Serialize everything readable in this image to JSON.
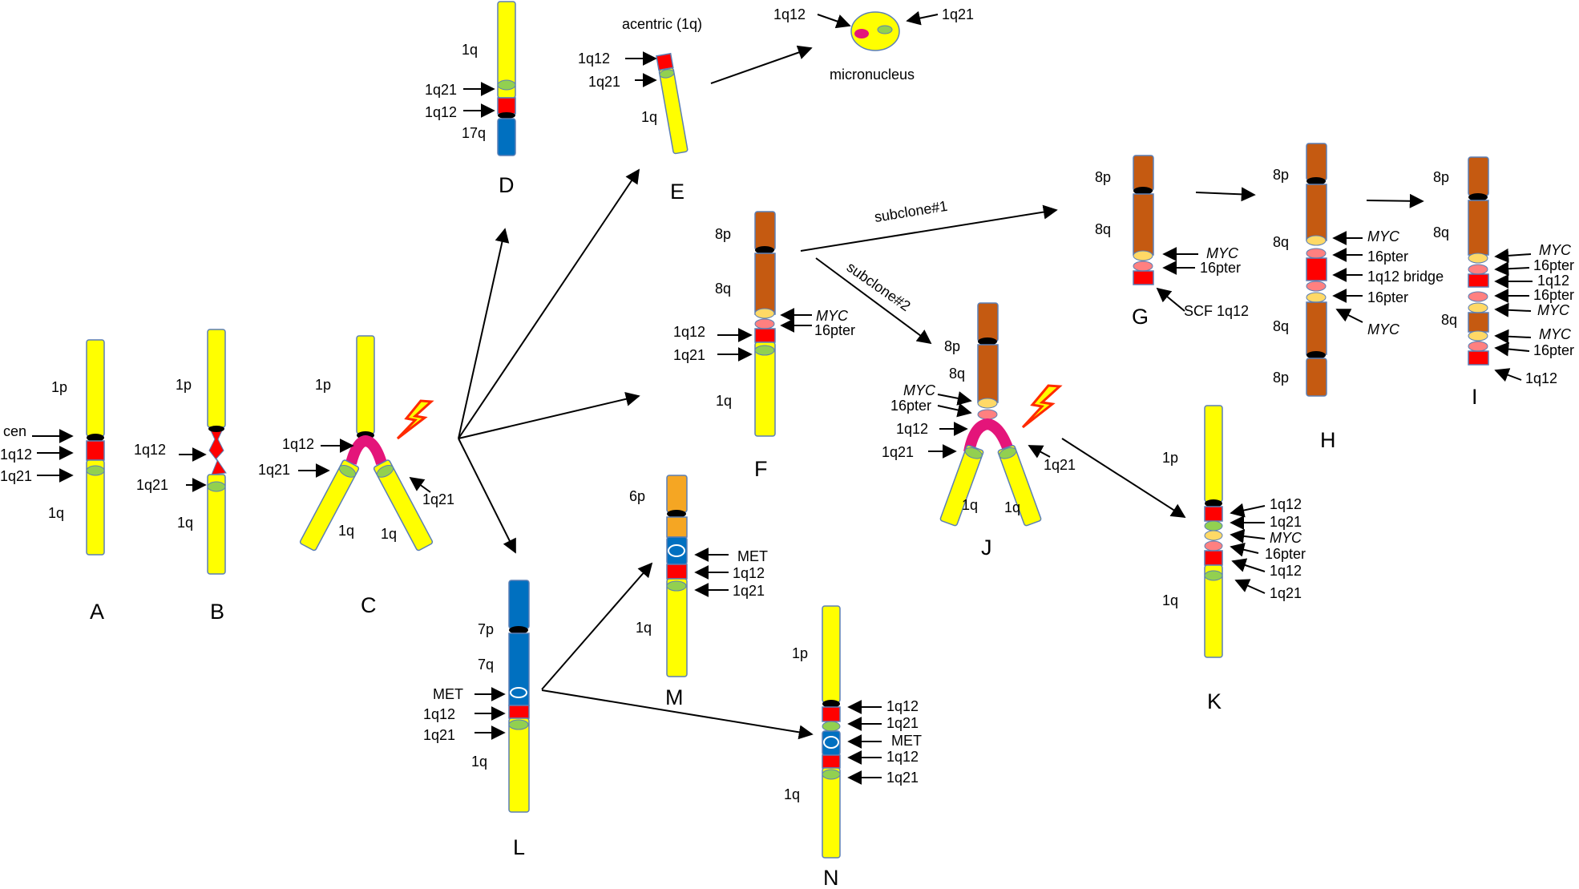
{
  "colors": {
    "chr1": "#ffff00",
    "chr8": "#c55a11",
    "chr_blue": "#0070c0",
    "chr6": "#f5a623",
    "heterochromatin": "#ff0000",
    "band_1q21": "#92d050",
    "band_myc": "#ffd966",
    "band_16pter": "#ff8080",
    "bridge": "#e4157a",
    "centromere": "#000000",
    "lightning": "#ff2a00",
    "lightning_fill": "#ffff00",
    "outline": "#5b7fb5"
  },
  "panels": {
    "A": {
      "letter": "A",
      "cen": "cen",
      "l1q12": "1q12",
      "l1q21": "1q21",
      "p": "1p",
      "q": "1q"
    },
    "B": {
      "letter": "B",
      "p": "1p",
      "q": "1q",
      "l1q12": "1q12",
      "l1q21": "1q21"
    },
    "C": {
      "letter": "C",
      "p": "1p",
      "l1q12": "1q12",
      "l1q21": "1q21",
      "r1q21": "1q21",
      "q_left": "1q",
      "q_right": "1q"
    },
    "D": {
      "letter": "D",
      "q": "1q",
      "l1q21": "1q21",
      "l1q12": "1q12",
      "q17": "17q"
    },
    "E": {
      "letter": "E",
      "title": "acentric (1q)",
      "l1q12": "1q12",
      "l1q21": "1q21",
      "q": "1q"
    },
    "micronucleus": {
      "label": "micronucleus",
      "l1q12": "1q12",
      "r1q21": "1q21"
    },
    "F": {
      "letter": "F",
      "p": "8p",
      "q8": "8q",
      "myc": "MYC",
      "pter": "16pter",
      "l1q12": "1q12",
      "l1q21": "1q21",
      "q1": "1q"
    },
    "subclones": {
      "s1": "subclone#1",
      "s2": "subclone#2"
    },
    "G": {
      "letter": "G",
      "p": "8p",
      "q": "8q",
      "myc": "MYC",
      "pter": "16pter",
      "scf": "SCF 1q12"
    },
    "H": {
      "letter": "H",
      "p_top": "8p",
      "q_top": "8q",
      "myc_top": "MYC",
      "pter_top": "16pter",
      "bridge": "1q12 bridge",
      "pter_bot": "16pter",
      "myc_bot": "MYC",
      "q_bot": "8q",
      "p_bot": "8p"
    },
    "I": {
      "letter": "I",
      "p": "8p",
      "q": "8q",
      "myc1": "MYC",
      "pter1": "16pter",
      "q12a": "1q12",
      "pter2": "16pter",
      "myc2": "MYC",
      "myc3": "MYC",
      "pter3": "16pter",
      "q12b": "1q12"
    },
    "J": {
      "letter": "J",
      "p": "8p",
      "q": "8q",
      "myc": "MYC",
      "pter": "16pter",
      "l1q12": "1q12",
      "l1q21": "1q21",
      "r1q21": "1q21",
      "q_left": "1q",
      "q_right": "1q"
    },
    "K": {
      "letter": "K",
      "p": "1p",
      "q": "1q",
      "q12a": "1q12",
      "q21a": "1q21",
      "myc": "MYC",
      "pter": "16pter",
      "q12b": "1q12",
      "q21b": "1q21"
    },
    "L": {
      "letter": "L",
      "p": "7p",
      "q7": "7q",
      "met": "MET",
      "l1q12": "1q12",
      "l1q21": "1q21",
      "q1": "1q"
    },
    "M": {
      "letter": "M",
      "p": "6p",
      "met": "MET",
      "l1q12": "1q12",
      "l1q21": "1q21",
      "q1": "1q"
    },
    "N": {
      "letter": "N",
      "p": "1p",
      "q": "1q",
      "q12a": "1q12",
      "q21a": "1q21",
      "met": "MET",
      "q12b": "1q12",
      "q21b": "1q21"
    }
  }
}
